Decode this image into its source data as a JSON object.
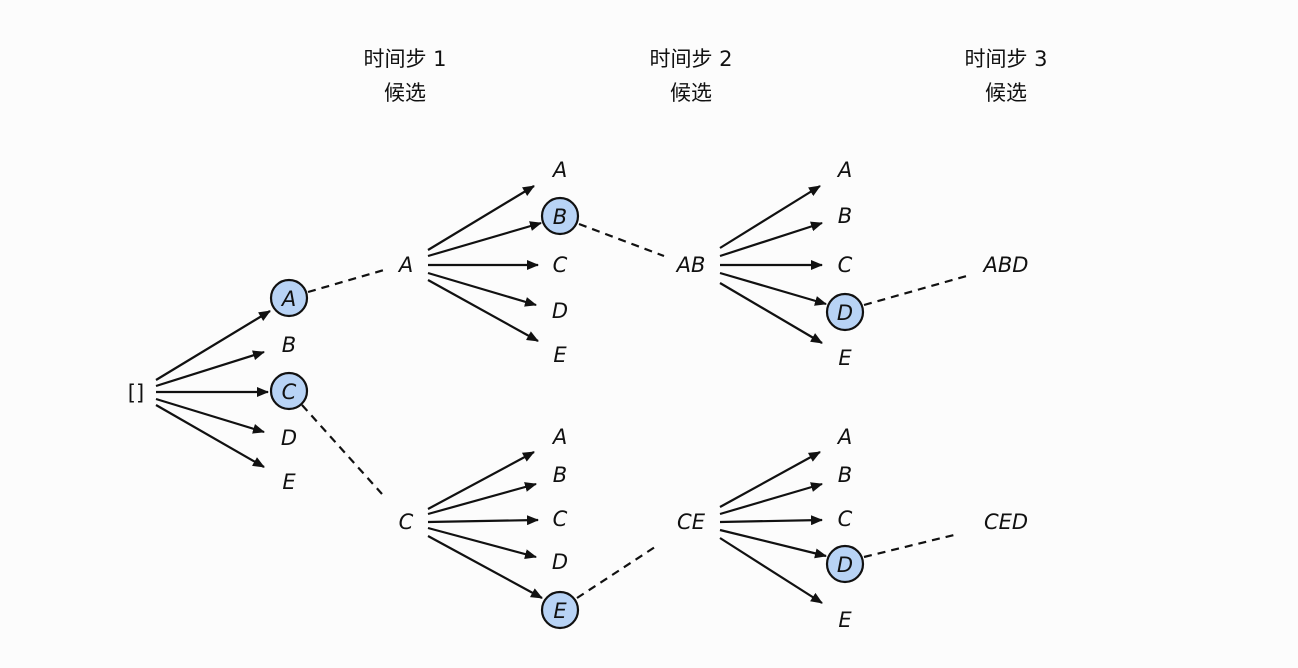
{
  "headers": [
    {
      "line1": "时间步 1",
      "line2": "候选"
    },
    {
      "line1": "时间步 2",
      "line2": "候选"
    },
    {
      "line1": "时间步 3",
      "line2": "候选"
    }
  ],
  "root": "[]",
  "step1": {
    "candidates": [
      "A",
      "B",
      "C",
      "D",
      "E"
    ],
    "selected": [
      "A",
      "C"
    ]
  },
  "step2": {
    "prefixes": [
      "A",
      "C"
    ],
    "candidates_top": [
      "A",
      "B",
      "C",
      "D",
      "E"
    ],
    "candidates_bottom": [
      "A",
      "B",
      "C",
      "D",
      "E"
    ],
    "selected_top": "B",
    "selected_bottom": "E"
  },
  "step3": {
    "prefixes": [
      "AB",
      "CE"
    ],
    "candidates_top": [
      "A",
      "B",
      "C",
      "D",
      "E"
    ],
    "candidates_bottom": [
      "A",
      "B",
      "C",
      "D",
      "E"
    ],
    "selected_top": "D",
    "selected_bottom": "D"
  },
  "results": [
    "ABD",
    "CED"
  ],
  "colors": {
    "selected_fill": "#b8d3f5",
    "line": "#111111"
  }
}
